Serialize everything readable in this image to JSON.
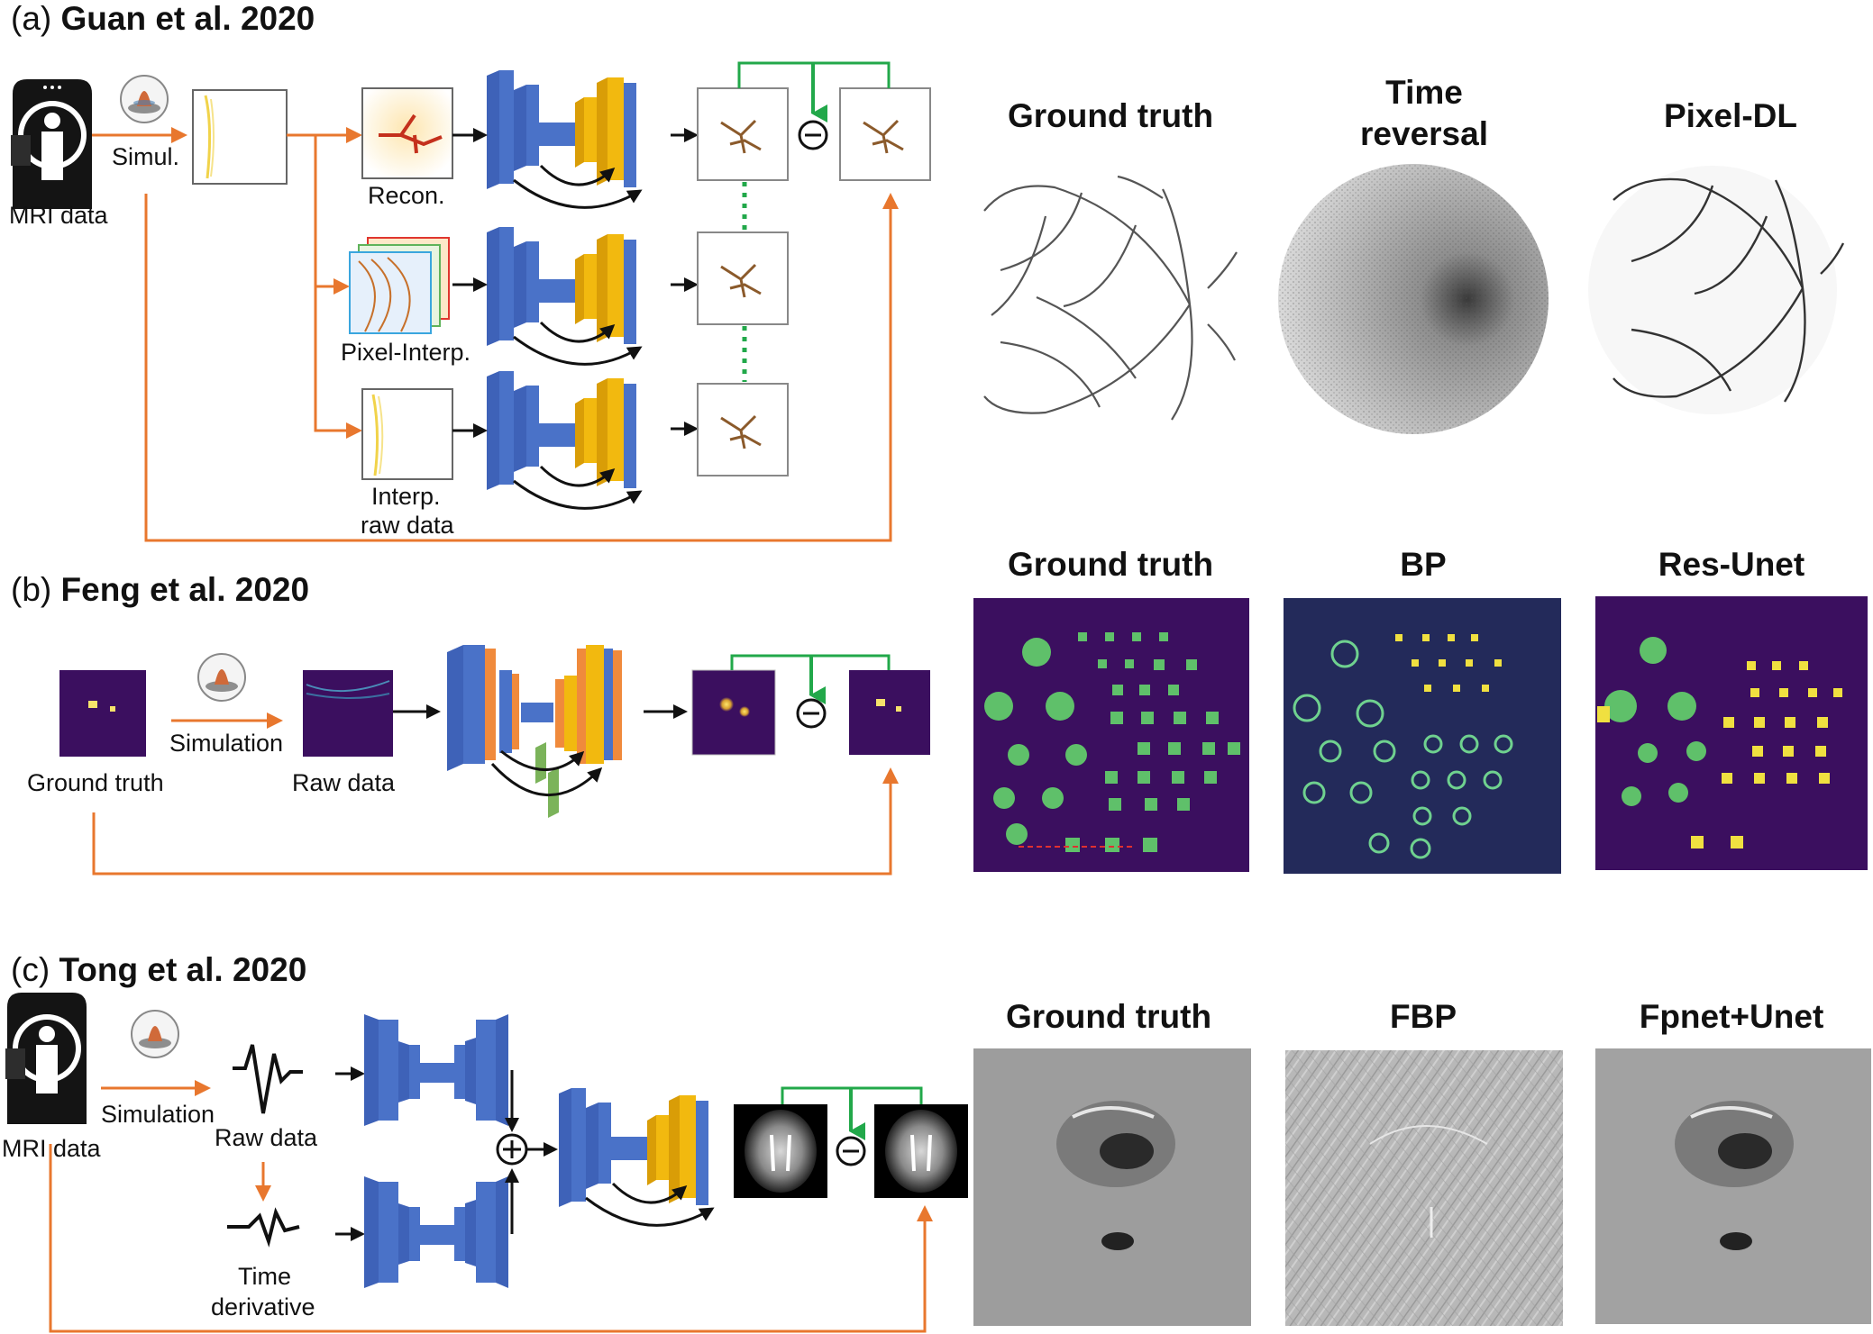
{
  "panels": {
    "a": {
      "letter": "(a)",
      "author": "Guan et al. 2020",
      "labels": {
        "source": "MRI data",
        "simul": "Simul.",
        "recon": "Recon.",
        "pixel_interp": "Pixel-Interp.",
        "interp_line1": "Interp.",
        "interp_line2": "raw data"
      },
      "result_titles": [
        "Ground truth",
        "Time reversal",
        "Pixel-DL"
      ]
    },
    "b": {
      "letter": "(b)",
      "author": "Feng et al. 2020",
      "labels": {
        "ground_truth": "Ground truth",
        "simulation": "Simulation",
        "raw_data": "Raw data"
      },
      "result_titles": [
        "Ground truth",
        "BP",
        "Res-Unet"
      ]
    },
    "c": {
      "letter": "(c)",
      "author": "Tong et al. 2020",
      "labels": {
        "source": "MRI data",
        "simulation": "Simulation",
        "raw_data": "Raw data",
        "time_line1": "Time",
        "time_line2": "derivative"
      },
      "result_titles": [
        "Ground truth",
        "FBP",
        "Fpnet+Unet"
      ]
    }
  },
  "colors": {
    "arrow_orange": "#e8772e",
    "loss_green": "#22a84a",
    "encoder_blue": "#4a72c8",
    "decoder_yellow": "#f2b90f",
    "pa_navy": "#3b0f5f",
    "accent_orange": "#f08a3c",
    "res_green": "#7bb35a"
  },
  "icons": [
    "mri-scanner-icon",
    "ultrasound-probe-icon",
    "subtract-icon",
    "add-icon"
  ]
}
